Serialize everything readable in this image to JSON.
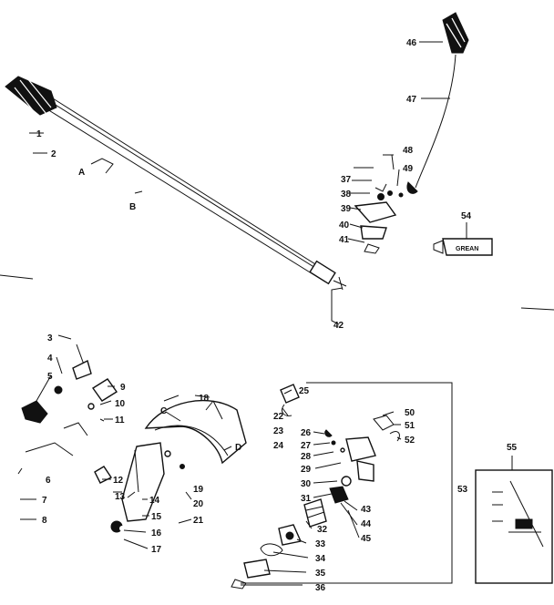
{
  "grease_label": "GREAN",
  "letters": [
    "A",
    "B",
    "C",
    "D"
  ],
  "callouts": [
    "46",
    "47",
    "48",
    "49",
    "37",
    "38",
    "39",
    "40",
    "41",
    "54",
    "42",
    "1",
    "2",
    "3",
    "4",
    "5",
    "9",
    "10",
    "11",
    "6",
    "12",
    "13",
    "7",
    "8",
    "14",
    "15",
    "16",
    "17",
    "19",
    "20",
    "21",
    "18",
    "25",
    "22",
    "23",
    "24",
    "26",
    "27",
    "28",
    "29",
    "30",
    "31",
    "32",
    "33",
    "34",
    "35",
    "36",
    "43",
    "44",
    "45",
    "50",
    "51",
    "52",
    "53",
    "55",
    ""
  ]
}
